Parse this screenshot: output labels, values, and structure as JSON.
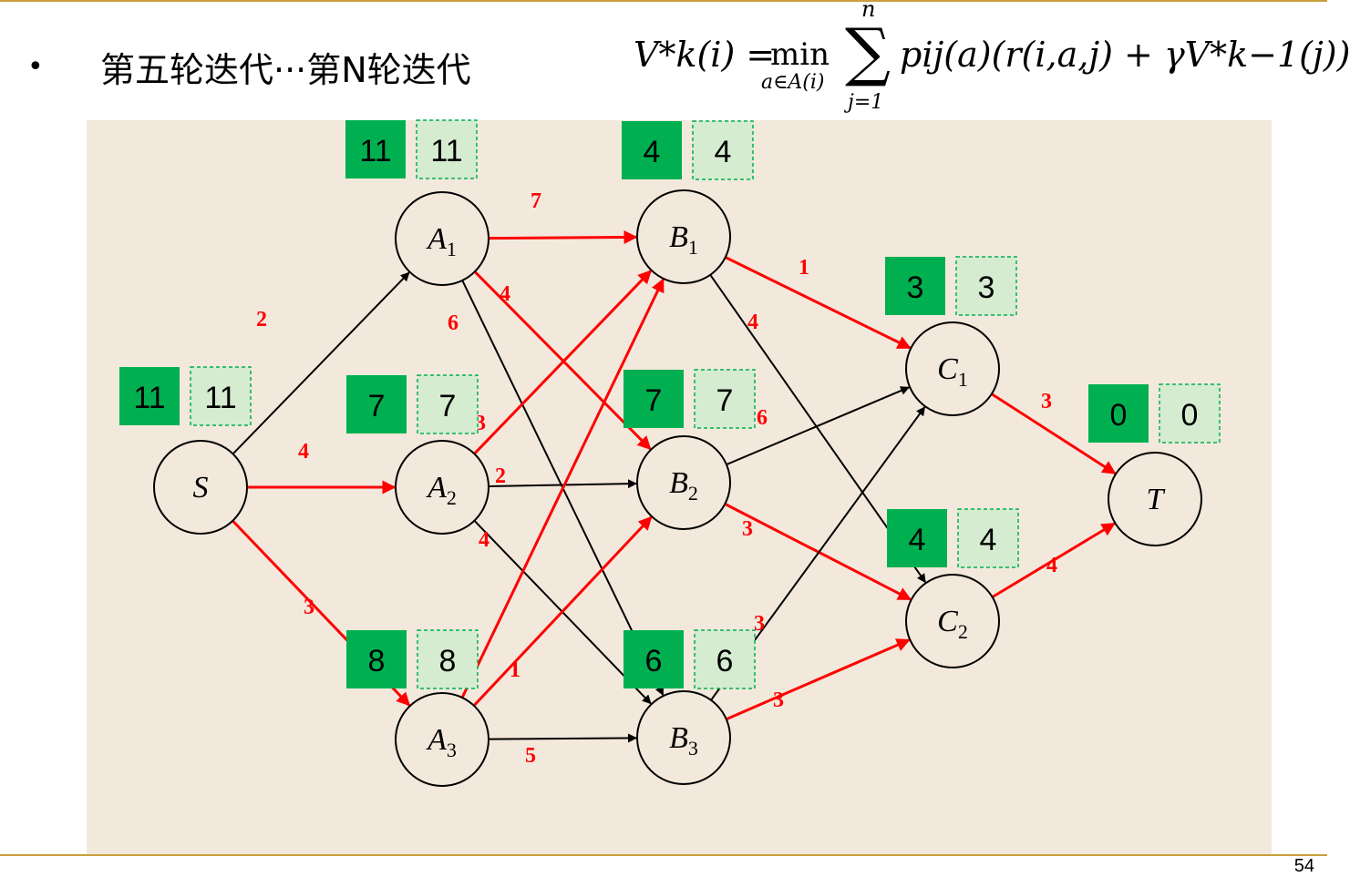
{
  "slide": {
    "bullet": "•",
    "heading": "第五轮迭代···第N轮迭代",
    "page_number": "54"
  },
  "formula": {
    "lhs": "V*k(i) =",
    "min": "min",
    "min_sub": "a∈A(i)",
    "sum": "∑",
    "sum_top": "n",
    "sum_bottom": "j=1",
    "rhs": "pij(a)(r(i,a,j) + γV*k−1(j))"
  },
  "colors": {
    "optimal_edge": "#ff0000",
    "other_edge": "#000000",
    "value_box": "#00b050",
    "value_box_prev": "#d5ecd0",
    "background": "#f2e9dc"
  },
  "nodes": [
    {
      "id": "S",
      "base": "S",
      "sub": "",
      "value": "11",
      "prev": "11"
    },
    {
      "id": "A1",
      "base": "A",
      "sub": "1",
      "value": "11",
      "prev": "11"
    },
    {
      "id": "A2",
      "base": "A",
      "sub": "2",
      "value": "7",
      "prev": "7"
    },
    {
      "id": "A3",
      "base": "A",
      "sub": "3",
      "value": "8",
      "prev": "8"
    },
    {
      "id": "B1",
      "base": "B",
      "sub": "1",
      "value": "4",
      "prev": "4"
    },
    {
      "id": "B2",
      "base": "B",
      "sub": "2",
      "value": "7",
      "prev": "7"
    },
    {
      "id": "B3",
      "base": "B",
      "sub": "3",
      "value": "6",
      "prev": "6"
    },
    {
      "id": "C1",
      "base": "C",
      "sub": "1",
      "value": "3",
      "prev": "3"
    },
    {
      "id": "C2",
      "base": "C",
      "sub": "2",
      "value": "4",
      "prev": "4"
    },
    {
      "id": "T",
      "base": "T",
      "sub": "",
      "value": "0",
      "prev": "0"
    }
  ],
  "edges": [
    {
      "from": "S",
      "to": "A1",
      "cost": "2",
      "optimal": false
    },
    {
      "from": "S",
      "to": "A2",
      "cost": "4",
      "optimal": true
    },
    {
      "from": "S",
      "to": "A3",
      "cost": "3",
      "optimal": true
    },
    {
      "from": "A1",
      "to": "B1",
      "cost": "7",
      "optimal": true
    },
    {
      "from": "A1",
      "to": "B2",
      "cost": "4",
      "optimal": true
    },
    {
      "from": "A1",
      "to": "B3",
      "cost": "6",
      "optimal": false
    },
    {
      "from": "A2",
      "to": "B1",
      "cost": "3",
      "optimal": true
    },
    {
      "from": "A2",
      "to": "B2",
      "cost": "2",
      "optimal": false
    },
    {
      "from": "A2",
      "to": "B3",
      "cost": "4",
      "optimal": false
    },
    {
      "from": "A3",
      "to": "B1",
      "cost": "1",
      "optimal": true
    },
    {
      "from": "A3",
      "to": "B2",
      "cost": "1",
      "optimal": true
    },
    {
      "from": "A3",
      "to": "B3",
      "cost": "5",
      "optimal": false
    },
    {
      "from": "B1",
      "to": "C1",
      "cost": "1",
      "optimal": true
    },
    {
      "from": "B1",
      "to": "C2",
      "cost": "4",
      "optimal": false
    },
    {
      "from": "B2",
      "to": "C1",
      "cost": "6",
      "optimal": false
    },
    {
      "from": "B2",
      "to": "C2",
      "cost": "3",
      "optimal": true
    },
    {
      "from": "B3",
      "to": "C1",
      "cost": "3",
      "optimal": false
    },
    {
      "from": "B3",
      "to": "C2",
      "cost": "3",
      "optimal": true
    },
    {
      "from": "C1",
      "to": "T",
      "cost": "3",
      "optimal": true
    },
    {
      "from": "C2",
      "to": "T",
      "cost": "4",
      "optimal": true
    }
  ]
}
